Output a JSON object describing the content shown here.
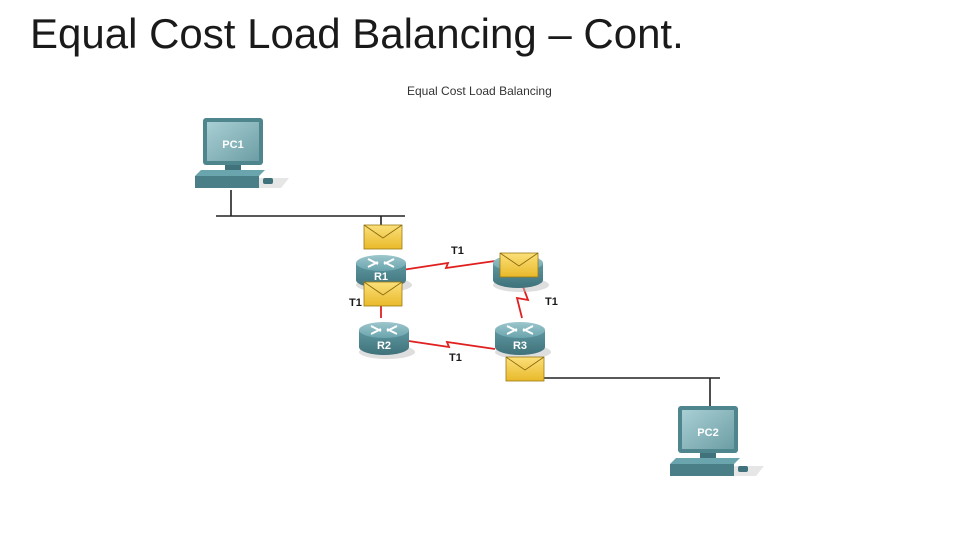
{
  "slide": {
    "title": "Equal Cost Load Balancing – Cont."
  },
  "diagram": {
    "title": "Equal Cost Load Balancing",
    "pcs": [
      {
        "label": "PC1"
      },
      {
        "label": "PC2"
      }
    ],
    "routers": [
      {
        "label": "R1"
      },
      {
        "label": ""
      },
      {
        "label": "R2"
      },
      {
        "label": "R3"
      }
    ],
    "links": [
      {
        "label": "T1"
      },
      {
        "label": "T1"
      },
      {
        "label": "T1"
      },
      {
        "label": "T1"
      }
    ]
  },
  "colors": {
    "device": "#5e9aa3",
    "envelope": "#f3cd46",
    "serial_link": "#e02020",
    "ethernet": "#222222"
  }
}
